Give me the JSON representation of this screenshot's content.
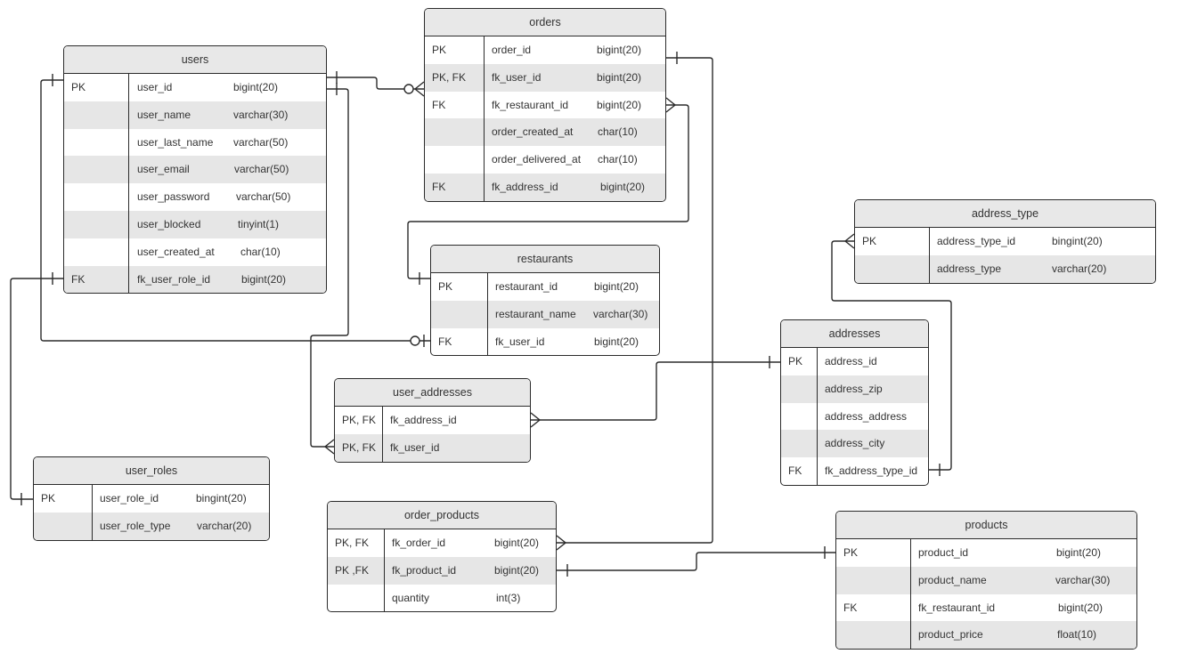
{
  "diagram": {
    "entities": [
      {
        "id": "users",
        "title": "users",
        "rows": [
          {
            "key": "PK",
            "name": "user_id",
            "type": "bigint(20)"
          },
          {
            "key": "",
            "name": "user_name",
            "type": "varchar(30)"
          },
          {
            "key": "",
            "name": "user_last_name",
            "type": "varchar(50)"
          },
          {
            "key": "",
            "name": "user_email",
            "type": "varchar(50)"
          },
          {
            "key": "",
            "name": "user_password",
            "type": "varchar(50)"
          },
          {
            "key": "",
            "name": "user_blocked",
            "type": "tinyint(1)"
          },
          {
            "key": "",
            "name": "user_created_at",
            "type": "char(10)"
          },
          {
            "key": "FK",
            "name": "fk_user_role_id",
            "type": "bigint(20)"
          }
        ]
      },
      {
        "id": "orders",
        "title": "orders",
        "rows": [
          {
            "key": "PK",
            "name": "order_id",
            "type": "bigint(20)"
          },
          {
            "key": "PK, FK",
            "name": "fk_user_id",
            "type": "bigint(20)"
          },
          {
            "key": "FK",
            "name": "fk_restaurant_id",
            "type": "bigint(20)"
          },
          {
            "key": "",
            "name": "order_created_at",
            "type": "char(10)"
          },
          {
            "key": "",
            "name": "order_delivered_at",
            "type": "char(10)"
          },
          {
            "key": "FK",
            "name": "fk_address_id",
            "type": "bigint(20)"
          }
        ]
      },
      {
        "id": "restaurants",
        "title": "restaurants",
        "rows": [
          {
            "key": "PK",
            "name": "restaurant_id",
            "type": "bigint(20)"
          },
          {
            "key": "",
            "name": "restaurant_name",
            "type": "varchar(30)"
          },
          {
            "key": "FK",
            "name": "fk_user_id",
            "type": "bigint(20)"
          }
        ]
      },
      {
        "id": "address-type",
        "title": "address_type",
        "rows": [
          {
            "key": "PK",
            "name": "address_type_id",
            "type": "bingint(20)"
          },
          {
            "key": "",
            "name": "address_type",
            "type": "varchar(20)"
          }
        ]
      },
      {
        "id": "addresses",
        "title": "addresses",
        "rows": [
          {
            "key": "PK",
            "name": "address_id",
            "type": ""
          },
          {
            "key": "",
            "name": "address_zip",
            "type": ""
          },
          {
            "key": "",
            "name": "address_address",
            "type": ""
          },
          {
            "key": "",
            "name": "address_city",
            "type": ""
          },
          {
            "key": "FK",
            "name": "fk_address_type_id",
            "type": ""
          }
        ]
      },
      {
        "id": "user-addresses",
        "title": "user_addresses",
        "rows": [
          {
            "key": "PK, FK",
            "name": "fk_address_id",
            "type": ""
          },
          {
            "key": "PK, FK",
            "name": "fk_user_id",
            "type": ""
          }
        ]
      },
      {
        "id": "user-roles",
        "title": "user_roles",
        "rows": [
          {
            "key": "PK",
            "name": "user_role_id",
            "type": "bingint(20)"
          },
          {
            "key": "",
            "name": "user_role_type",
            "type": "varchar(20)"
          }
        ]
      },
      {
        "id": "order-products",
        "title": "order_products",
        "rows": [
          {
            "key": "PK, FK",
            "name": "fk_order_id",
            "type": "bigint(20)"
          },
          {
            "key": "PK ,FK",
            "name": "fk_product_id",
            "type": "bigint(20)"
          },
          {
            "key": "",
            "name": "quantity",
            "type": "int(3)"
          }
        ]
      },
      {
        "id": "products",
        "title": "products",
        "rows": [
          {
            "key": "PK",
            "name": "product_id",
            "type": "bigint(20)"
          },
          {
            "key": "",
            "name": "product_name",
            "type": "varchar(30)"
          },
          {
            "key": "FK",
            "name": "fk_restaurant_id",
            "type": "bigint(20)"
          },
          {
            "key": "",
            "name": "product_price",
            "type": "float(10)"
          }
        ]
      }
    ]
  }
}
